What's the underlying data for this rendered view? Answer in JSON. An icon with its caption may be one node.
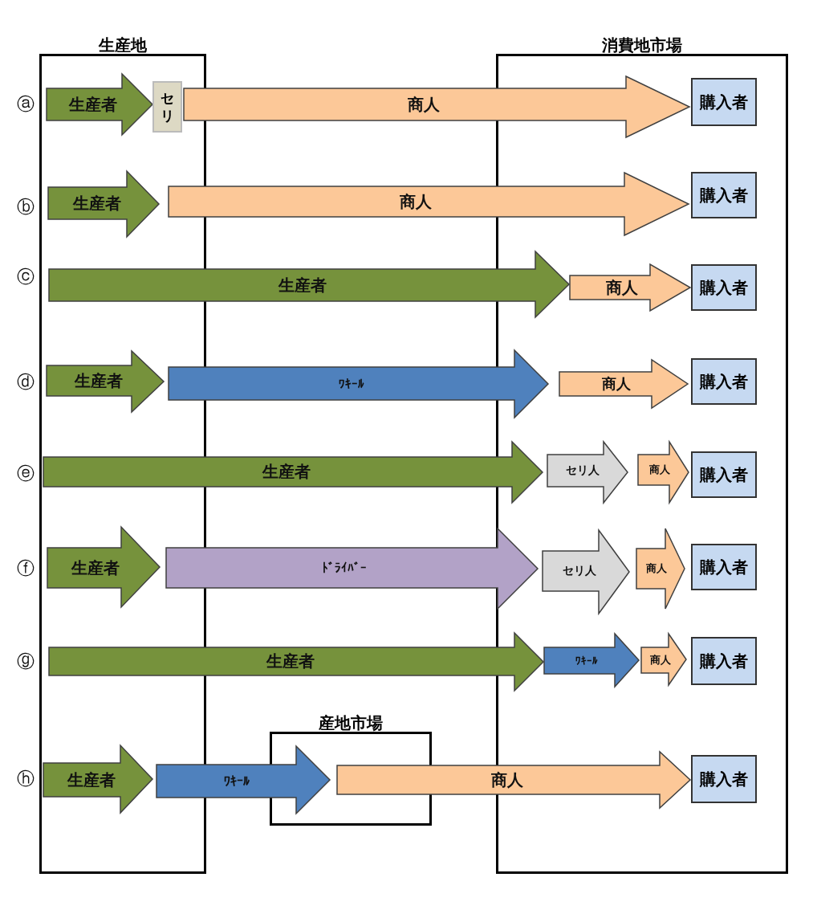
{
  "diagram": {
    "nodes": [
      {
        "text": [
          "生産地"
        ]
      },
      {
        "text": [
          "消費地市場"
        ]
      },
      {
        "text": [
          "産地市場"
        ]
      },
      {
        "text": [
          "生産者"
        ],
        "in": 0
      },
      {
        "text": [
          "セリ"
        ],
        "in": 0
      },
      {
        "text": [
          "商人"
        ]
      },
      {
        "text": [
          "購入者"
        ],
        "in": 1
      },
      {
        "text": [
          "生産者"
        ],
        "in": 0
      },
      {
        "text": [
          "商人"
        ]
      },
      {
        "text": [
          "購入者"
        ],
        "in": 1
      },
      {
        "text": [
          "生産者"
        ]
      },
      {
        "text": [
          "商人"
        ],
        "in": 1
      },
      {
        "text": [
          "購入者"
        ],
        "in": 1
      },
      {
        "text": [
          "生産者"
        ],
        "in": 0
      },
      {
        "text": [
          "ﾜｷｰﾙ"
        ]
      },
      {
        "text": [
          "商人"
        ],
        "in": 1
      },
      {
        "text": [
          "購入者"
        ],
        "in": 1
      },
      {
        "text": [
          "生産者"
        ]
      },
      {
        "text": [
          "セリ人"
        ],
        "in": 1
      },
      {
        "text": [
          "商人"
        ],
        "in": 1
      },
      {
        "text": [
          "購入者"
        ],
        "in": 1
      },
      {
        "text": [
          "生産者"
        ],
        "in": 0
      },
      {
        "text": [
          "ﾄﾞﾗｲﾊﾞｰ"
        ]
      },
      {
        "text": [
          "セリ人"
        ],
        "in": 1
      },
      {
        "text": [
          "商人"
        ],
        "in": 1
      },
      {
        "text": [
          "購入者"
        ],
        "in": 1
      },
      {
        "text": [
          "生産者"
        ]
      },
      {
        "text": [
          "ﾜｷｰﾙ"
        ],
        "in": 1
      },
      {
        "text": [
          "商人"
        ],
        "in": 1
      },
      {
        "text": [
          "購入者"
        ],
        "in": 1
      },
      {
        "text": [
          "生産者"
        ],
        "in": 0
      },
      {
        "text": [
          "ﾜｷｰﾙ"
        ]
      },
      {
        "text": [
          "商人"
        ]
      },
      {
        "text": [
          "購入者"
        ],
        "in": 1
      }
    ],
    "labels": [
      "ⓐ",
      "ⓑ",
      "ⓒ",
      "ⓓ",
      "ⓔ",
      "ⓕ",
      "ⓖ",
      "ⓗ"
    ]
  }
}
